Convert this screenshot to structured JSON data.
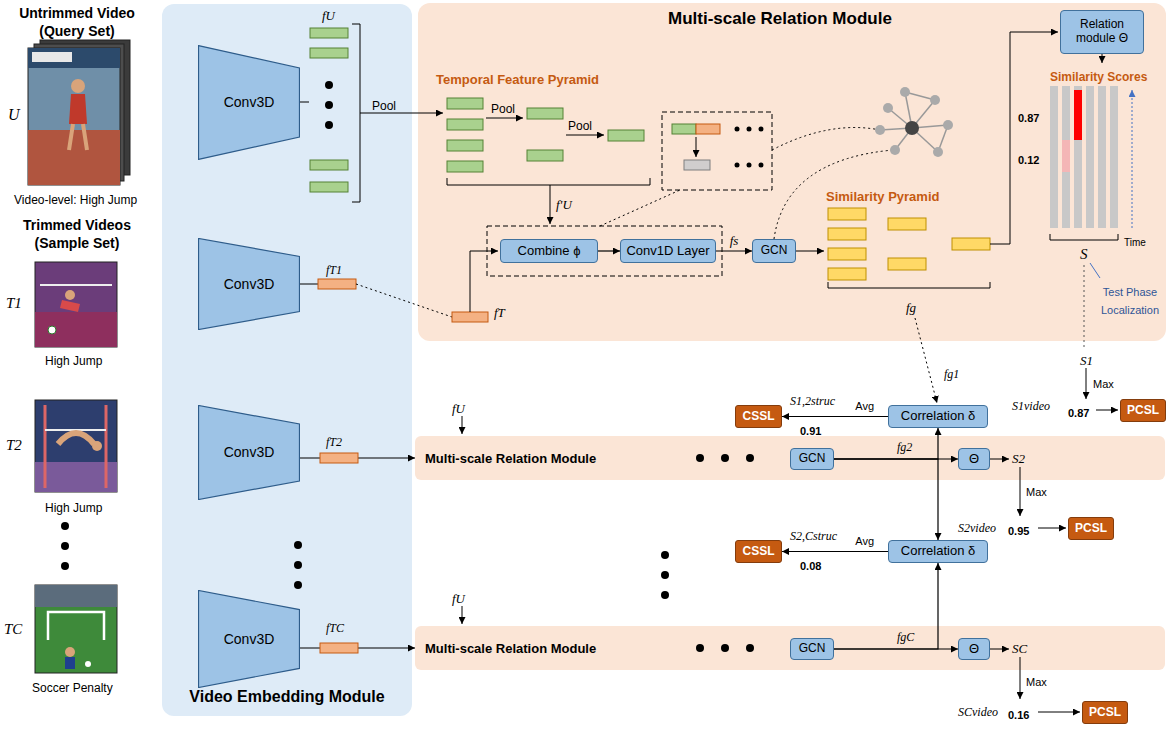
{
  "diagram": {
    "nodes": [
      {
        "text": [
          "Video Embedding Module"
        ]
      },
      {
        "text": [
          "Conv3D"
        ],
        "in": 0
      },
      {
        "text": [
          "Conv3D"
        ],
        "in": 0
      },
      {
        "text": [
          "Conv3D"
        ],
        "in": 0
      },
      {
        "text": [
          "Conv3D"
        ],
        "in": 0
      },
      {
        "text": [
          "Multi-scale Relation Module"
        ]
      },
      {
        "text": [
          "Combine ϕ"
        ],
        "in": 5
      },
      {
        "text": [
          "Conv1D Layer"
        ],
        "in": 5
      },
      {
        "text": [
          "GCN"
        ],
        "in": 5
      },
      {
        "text": [
          "Relation module Θ"
        ],
        "in": 5
      },
      {
        "text": [
          "Multi-scale Relation Module"
        ]
      },
      {
        "text": [
          "GCN"
        ],
        "in": 10
      },
      {
        "text": [
          "Θ"
        ],
        "in": 10
      },
      {
        "text": [
          "Multi-scale Relation Module"
        ]
      },
      {
        "text": [
          "GCN"
        ],
        "in": 13
      },
      {
        "text": [
          "Θ"
        ],
        "in": 13
      },
      {
        "text": [
          "Correlation δ"
        ]
      },
      {
        "text": [
          "Correlation δ"
        ]
      },
      {
        "text": [
          "CSSL"
        ]
      },
      {
        "text": [
          "CSSL"
        ]
      },
      {
        "text": [
          "PCSL"
        ]
      },
      {
        "text": [
          "PCSL"
        ]
      },
      {
        "text": [
          "PCSL"
        ]
      }
    ],
    "edges": [
      {
        "from": 6,
        "to": 7,
        "arrow": "to"
      },
      {
        "from": 7,
        "to": 8,
        "arrow": "to",
        "label": "fs"
      },
      {
        "from": 3,
        "to": 10,
        "arrow": "to"
      },
      {
        "from": 4,
        "to": 13,
        "arrow": "to"
      },
      {
        "from": 11,
        "to": 12,
        "arrow": "to"
      },
      {
        "from": 14,
        "to": 15,
        "arrow": "to"
      },
      {
        "from": 11,
        "to": 16,
        "arrow": "to"
      },
      {
        "from": 11,
        "to": 17,
        "arrow": "to"
      },
      {
        "from": 14,
        "to": 17,
        "arrow": "to"
      },
      {
        "from": 16,
        "to": 18,
        "arrow": "to",
        "label": "Avg"
      },
      {
        "from": 17,
        "to": 19,
        "arrow": "to",
        "label": "Avg"
      }
    ],
    "labels": [
      "Untrimmed Video (Query Set)",
      "U",
      "Video-level: High Jump",
      "Trimmed Videos (Sample Set)",
      "T1",
      "High Jump",
      "T2",
      "High Jump",
      "TC",
      "Soccer Penalty",
      "fU",
      "Pool",
      "Temporal Feature Pyramid",
      "Pool",
      "Pool",
      "f'U",
      "fT",
      "Similarity Pyramid",
      "fg",
      "Similarity Scores",
      "0.87",
      "0.12",
      "Time",
      "S",
      "Test Phase Localization",
      "fT1",
      "fT2",
      "fTC",
      "fU",
      "fU",
      "fg1",
      "S1,2struc",
      "0.91",
      "fg2",
      "S1",
      "Max",
      "S1video",
      "0.87",
      "S2,Cstruc",
      "0.08",
      "S2",
      "Max",
      "S2video",
      "0.95",
      "fgC",
      "SC",
      "Max",
      "SCvideo",
      "0.16"
    ]
  }
}
